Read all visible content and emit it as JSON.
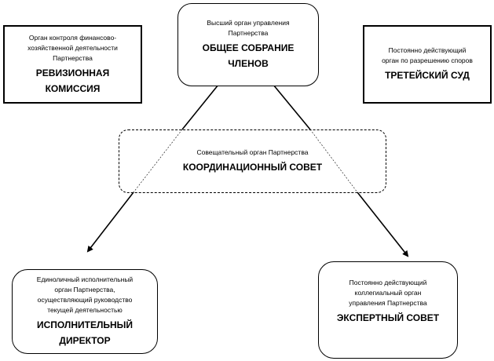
{
  "nodes": {
    "general_meeting": {
      "subtitle_lines": [
        "Высший орган управления",
        "Партнерства"
      ],
      "title_lines": [
        "ОБЩЕЕ СОБРАНИЕ",
        "ЧЛЕНОВ"
      ]
    },
    "audit_commission": {
      "subtitle_lines": [
        "Орган контроля финансово-",
        "хозяйственной деятельности",
        "Партнерства"
      ],
      "title_lines": [
        "РЕВИЗИОННАЯ",
        "КОМИССИЯ"
      ]
    },
    "arbitration_court": {
      "subtitle_lines": [
        "Постоянно действующий",
        "орган по разрешению споров"
      ],
      "title_lines": [
        "ТРЕТЕЙСКИЙ СУД"
      ]
    },
    "coordination_council": {
      "subtitle_lines": [
        "Совещательный орган Партнерства"
      ],
      "title_lines": [
        "КООРДИНАЦИОННЫЙ СОВЕТ"
      ]
    },
    "executive_director": {
      "subtitle_lines": [
        "Единоличный исполнительный",
        "орган Партнерства,",
        "осуществляющий руководство",
        "текущей деятельностью"
      ],
      "title_lines": [
        "ИСПОЛНИТЕЛЬНЫЙ",
        "ДИРЕКТОР"
      ]
    },
    "expert_council": {
      "subtitle_lines": [
        "Постоянно действующий",
        "коллегиальный орган",
        "управления Партнерства"
      ],
      "title_lines": [
        "ЭКСПЕРТНЫЙ СОВЕТ"
      ]
    }
  }
}
